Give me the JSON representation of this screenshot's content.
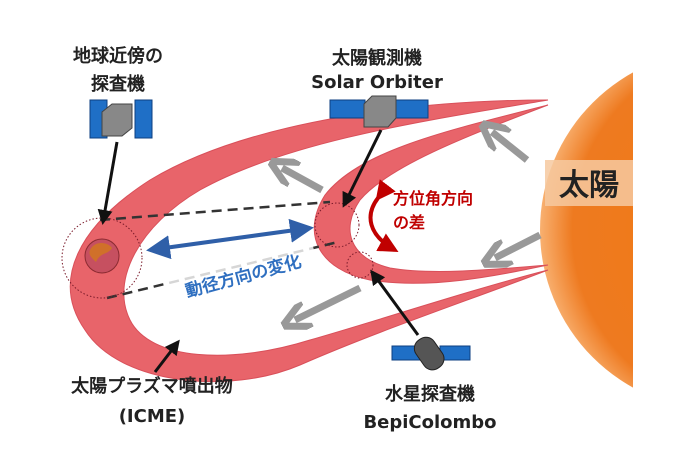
{
  "sun": {
    "label": "太陽"
  },
  "near_earth_probe": {
    "line1": "地球近傍の",
    "line2": "探査機"
  },
  "solar_orbiter": {
    "line1": "太陽観測機",
    "line2": "Solar Orbiter"
  },
  "azimuth": {
    "line1": "方位角方向",
    "line2": "の差"
  },
  "radial": {
    "label": "動径方向の変化"
  },
  "icme": {
    "line1": "太陽プラズマ噴出物",
    "line2": "(ICME)"
  },
  "bepi": {
    "line1": "水星探査機",
    "line2": "BepiColombo"
  },
  "colors": {
    "cme": "#e8646a",
    "sun": "#f07a1a",
    "radial": "#2f5fa8",
    "azimuth": "#c00000",
    "arrow": "#999999",
    "panel": "#1f6fc6"
  }
}
